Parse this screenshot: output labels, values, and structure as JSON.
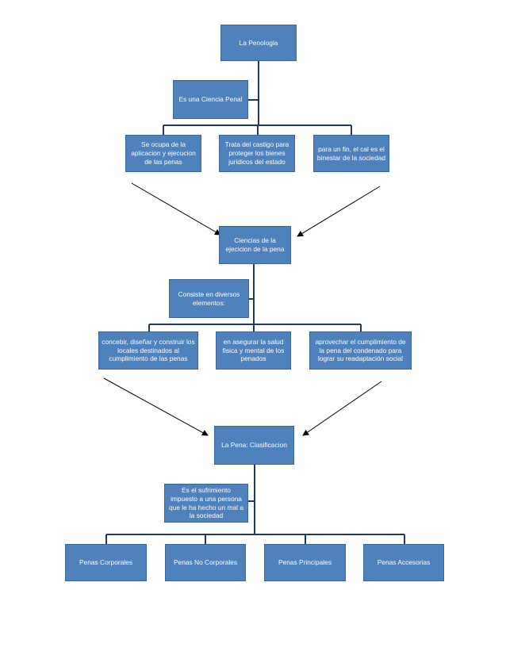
{
  "diagram": {
    "level1": {
      "root": "La Penologia",
      "note": "Es una Ciencia Penal",
      "children": [
        "Se ocupa de la aplicacion y ejecucion de las penas",
        "Trata del castigo para proteger los bienes juridicos del estado",
        "para un fin, el cal es el binestar de la sociedad"
      ]
    },
    "level2": {
      "root": "Ciencias de la ejecicion de la pena",
      "note": "Consiste en diversos elementos:",
      "children": [
        "concebir, diseñar y construir los locales destinados al cumplimiento de las penas",
        "en asegurar la salud fisica y mental de los penados",
        "aprovechar el cumplimiento de la pena del condenado para lograr su readaptación social"
      ]
    },
    "level3": {
      "root": "La Pena: Clasificacion",
      "note": "Es el sufrimiento impuesto a una persona que le ha hecho un mal a la sociedad",
      "children": [
        "Penas Corporales",
        "Penas No Corporales",
        "Penas Principales",
        "Penas Accesorias"
      ]
    }
  },
  "colors": {
    "box_fill": "#4f81bd",
    "box_border": "#3a6597",
    "box_text": "#ffffff",
    "connector": "#1f3864",
    "arrow": "#000000"
  }
}
